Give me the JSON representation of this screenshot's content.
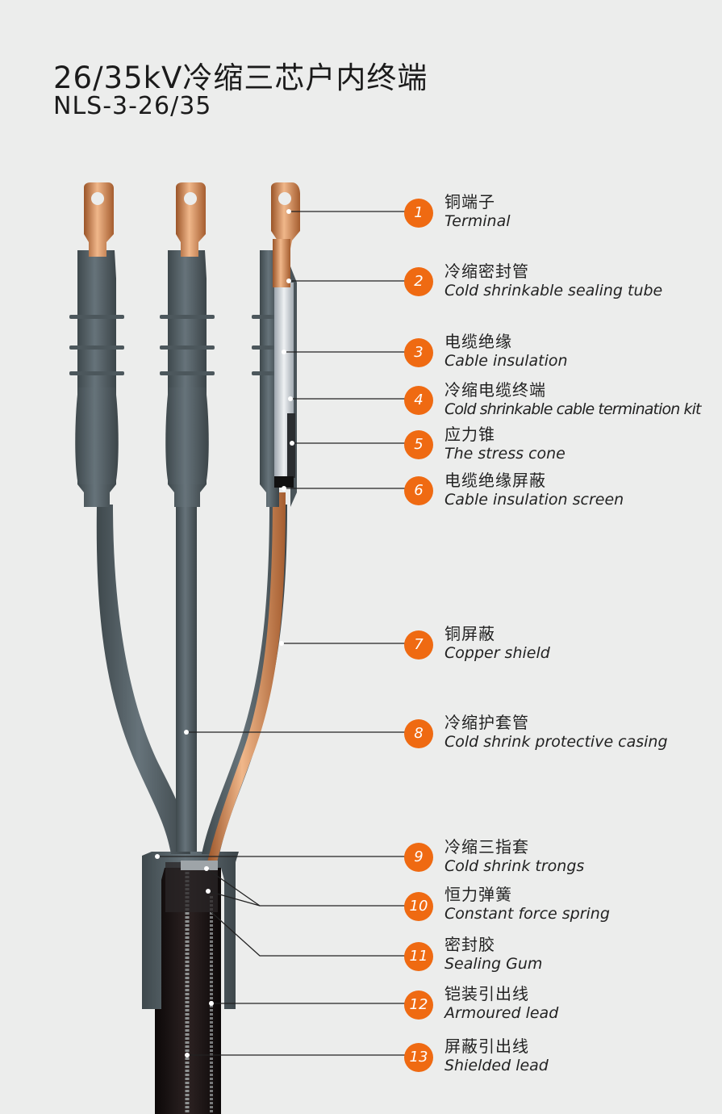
{
  "header": {
    "title": "26/35kV冷缩三芯户内终端",
    "model": "NLS-3-26/35"
  },
  "colors": {
    "background": "#ecedec",
    "badge": "#ef6a12",
    "rubber": "#5a6569",
    "copper": "#c87a45",
    "insulation": "#c9ced3",
    "jacket": "#1a1414"
  },
  "parts": [
    {
      "number": "1",
      "zh": "铜端子",
      "en": "Terminal"
    },
    {
      "number": "2",
      "zh": "冷缩密封管",
      "en": "Cold shrinkable sealing tube"
    },
    {
      "number": "3",
      "zh": "电缆绝缘",
      "en": "Cable insulation"
    },
    {
      "number": "4",
      "zh": "冷缩电缆终端",
      "en": "Cold shrinkable cable termination kit"
    },
    {
      "number": "5",
      "zh": "应力锥",
      "en": "The stress cone"
    },
    {
      "number": "6",
      "zh": "电缆绝缘屏蔽",
      "en": "Cable insulation screen"
    },
    {
      "number": "7",
      "zh": "铜屏蔽",
      "en": "Copper shield"
    },
    {
      "number": "8",
      "zh": "冷缩护套管",
      "en": "Cold shrink protective casing"
    },
    {
      "number": "9",
      "zh": "冷缩三指套",
      "en": "Cold shrink trongs"
    },
    {
      "number": "10",
      "zh": "恒力弹簧",
      "en": "Constant force spring"
    },
    {
      "number": "11",
      "zh": "密封胶",
      "en": "Sealing Gum"
    },
    {
      "number": "12",
      "zh": "铠装引出线",
      "en": "Armoured lead"
    },
    {
      "number": "13",
      "zh": "屏蔽引出线",
      "en": "Shielded lead"
    }
  ]
}
